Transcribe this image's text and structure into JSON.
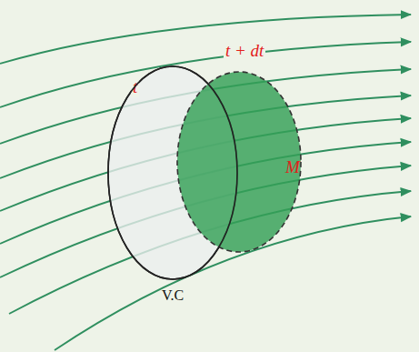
{
  "diagram": {
    "nodes": [
      {
        "text": [
          "t",
          "V.C"
        ]
      },
      {
        "text": [
          "t + dt",
          "M"
        ]
      }
    ]
  }
}
